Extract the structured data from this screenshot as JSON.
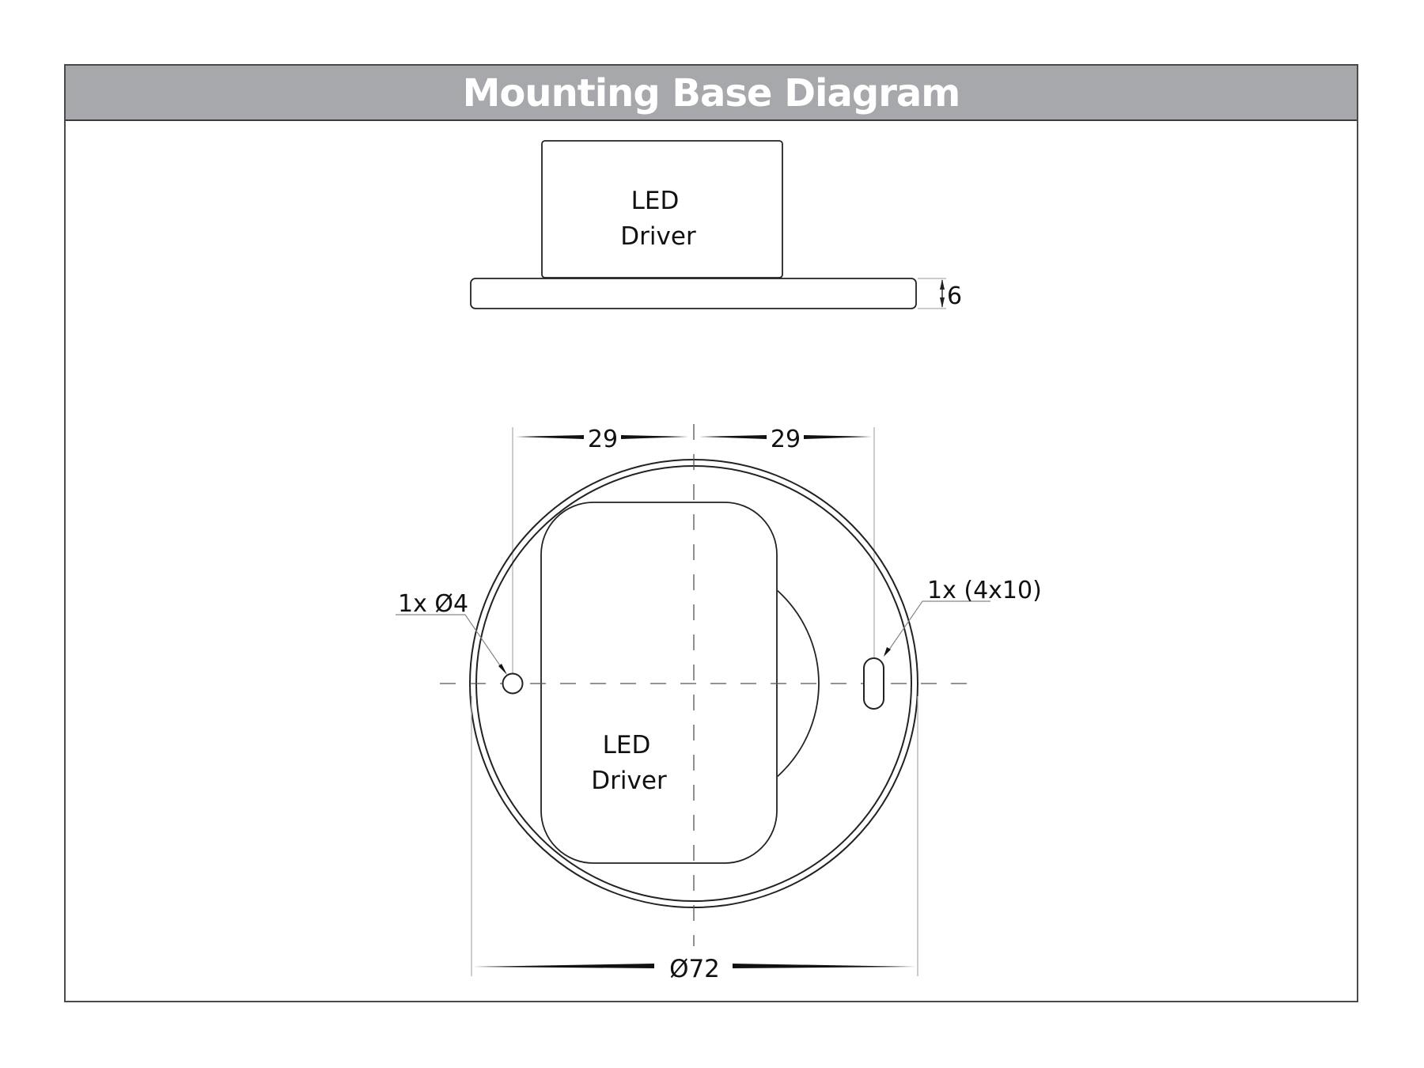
{
  "header": {
    "title": "Mounting Base Diagram",
    "background_color": "#a7a8ab",
    "text_color": "#ffffff"
  },
  "side_view": {
    "component_label_line1": "LED",
    "component_label_line2": "Driver",
    "base_thickness_dim": "6"
  },
  "top_view": {
    "component_label_line1": "LED",
    "component_label_line2": "Driver",
    "left_hole_offset_dim": "29",
    "right_slot_offset_dim": "29",
    "hole_callout": "1x Ø4",
    "slot_callout": "1x (4x10)",
    "diameter_dim": "Ø72"
  }
}
